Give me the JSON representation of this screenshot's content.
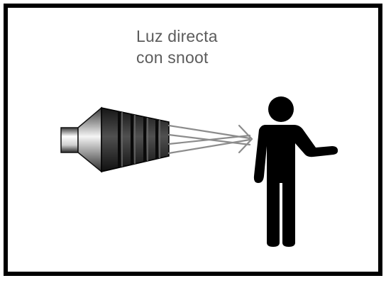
{
  "diagram": {
    "caption": {
      "line1": "Luz directa",
      "line2": "con snoot"
    },
    "colors": {
      "frame": "#000000",
      "background": "#ffffff",
      "text": "#5c5c5c",
      "snoot": "#1a1a1a",
      "snoot_band": "#4a4a4a",
      "light_rays": "#8c8c8c",
      "person": "#000000"
    },
    "elements": {
      "light_source": "snoot-light-icon",
      "subject": "person-silhouette-icon",
      "rays": "light-ray-arrows"
    }
  }
}
